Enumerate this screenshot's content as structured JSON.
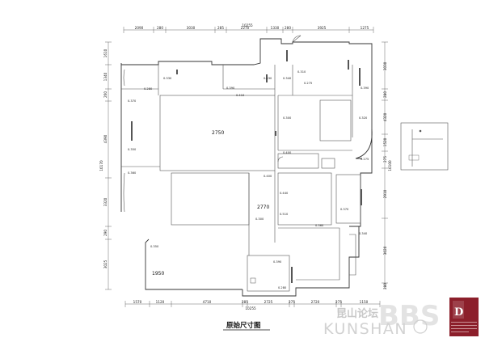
{
  "drawing": {
    "title": "原始尺寸图"
  },
  "dims": {
    "top_total": "10255",
    "top_segments": [
      "2090",
      "280",
      "3030",
      "285",
      "2270",
      "1330",
      "280",
      "3925",
      "1275"
    ],
    "bottom_total": "10255",
    "bottom_segments": [
      "1570",
      "1120",
      "4710",
      "285",
      "2725",
      "275",
      "2720",
      "275",
      "1150"
    ],
    "left_total": "10170",
    "left_segments": [
      "1610",
      "1340",
      "260",
      "4390",
      "3320",
      "290",
      "3025"
    ],
    "right_segments": [
      "3030",
      "280",
      "4320",
      "1520",
      "275",
      "2910",
      "3020",
      "280"
    ],
    "right_total": "10100"
  },
  "rooms": {
    "living_width": "2750",
    "corridor_width": "2770",
    "lower_left_width": "1950"
  },
  "levels": {
    "a": "0.280",
    "b": "0.330",
    "c": "0.370",
    "d": "0.390",
    "e": "0.410",
    "f": "0.430",
    "g": "0.340",
    "h": "0.275",
    "i": "0.310",
    "j": "0.390",
    "k": "0.320",
    "l": "0.300",
    "m": "0.350",
    "n": "0.360",
    "o": "0.400",
    "p": "0.440",
    "q": "0.510"
  },
  "watermark": {
    "cn": "昆山论坛",
    "en": "KUNSHAN",
    "big": "BBS",
    "letter": "D"
  }
}
